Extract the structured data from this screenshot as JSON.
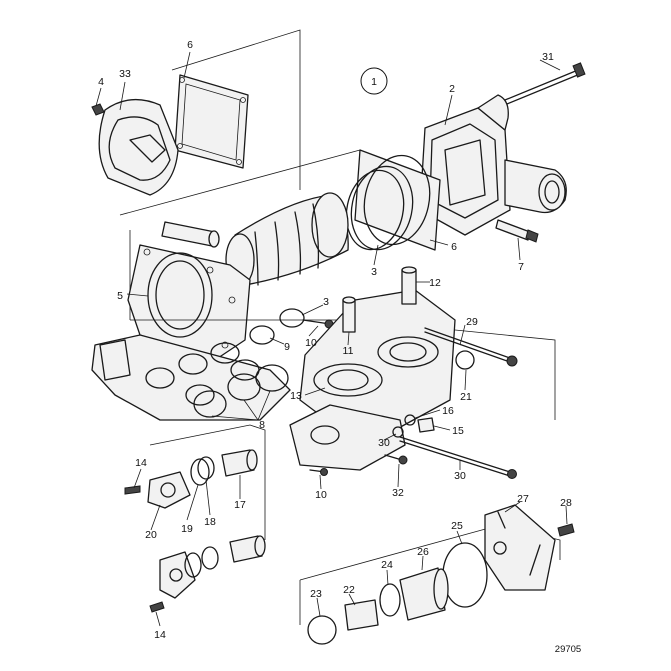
{
  "diagram": {
    "reference_number": "29705",
    "view_callout": "1",
    "labels": [
      {
        "id": "l6a",
        "text": "6"
      },
      {
        "id": "l4",
        "text": "4"
      },
      {
        "id": "l33",
        "text": "33"
      },
      {
        "id": "l31",
        "text": "31"
      },
      {
        "id": "l2",
        "text": "2"
      },
      {
        "id": "l6b",
        "text": "6"
      },
      {
        "id": "l7",
        "text": "7"
      },
      {
        "id": "l3a",
        "text": "3"
      },
      {
        "id": "l5",
        "text": "5"
      },
      {
        "id": "l12",
        "text": "12"
      },
      {
        "id": "l3b",
        "text": "3"
      },
      {
        "id": "l29",
        "text": "29"
      },
      {
        "id": "l9",
        "text": "9"
      },
      {
        "id": "l10a",
        "text": "10"
      },
      {
        "id": "l11",
        "text": "11"
      },
      {
        "id": "l13",
        "text": "13"
      },
      {
        "id": "l21",
        "text": "21"
      },
      {
        "id": "l8",
        "text": "8"
      },
      {
        "id": "l16",
        "text": "16"
      },
      {
        "id": "l15",
        "text": "15"
      },
      {
        "id": "l30a",
        "text": "30"
      },
      {
        "id": "l14a",
        "text": "14"
      },
      {
        "id": "l30b",
        "text": "30"
      },
      {
        "id": "l10b",
        "text": "10"
      },
      {
        "id": "l32",
        "text": "32"
      },
      {
        "id": "l17",
        "text": "17"
      },
      {
        "id": "l27",
        "text": "27"
      },
      {
        "id": "l28",
        "text": "28"
      },
      {
        "id": "l20",
        "text": "20"
      },
      {
        "id": "l19",
        "text": "19"
      },
      {
        "id": "l18",
        "text": "18"
      },
      {
        "id": "l25",
        "text": "25"
      },
      {
        "id": "l26",
        "text": "26"
      },
      {
        "id": "l24",
        "text": "24"
      },
      {
        "id": "l23",
        "text": "23"
      },
      {
        "id": "l22",
        "text": "22"
      },
      {
        "id": "l14b",
        "text": "14"
      }
    ]
  }
}
